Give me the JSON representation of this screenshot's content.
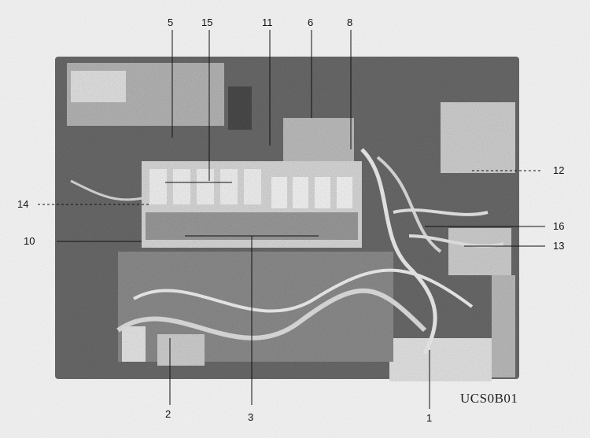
{
  "figure_code": "UCS0B01",
  "callouts": {
    "c1": "1",
    "c2": "2",
    "c3": "3",
    "c5": "5",
    "c6": "6",
    "c8": "8",
    "c10": "10",
    "c11": "11",
    "c12": "12",
    "c13": "13",
    "c14": "14",
    "c15": "15",
    "c16": "16"
  },
  "colors": {
    "ink": "#111111",
    "photo_dark": "#4a4a4a",
    "photo_light": "#cfcfcf"
  }
}
